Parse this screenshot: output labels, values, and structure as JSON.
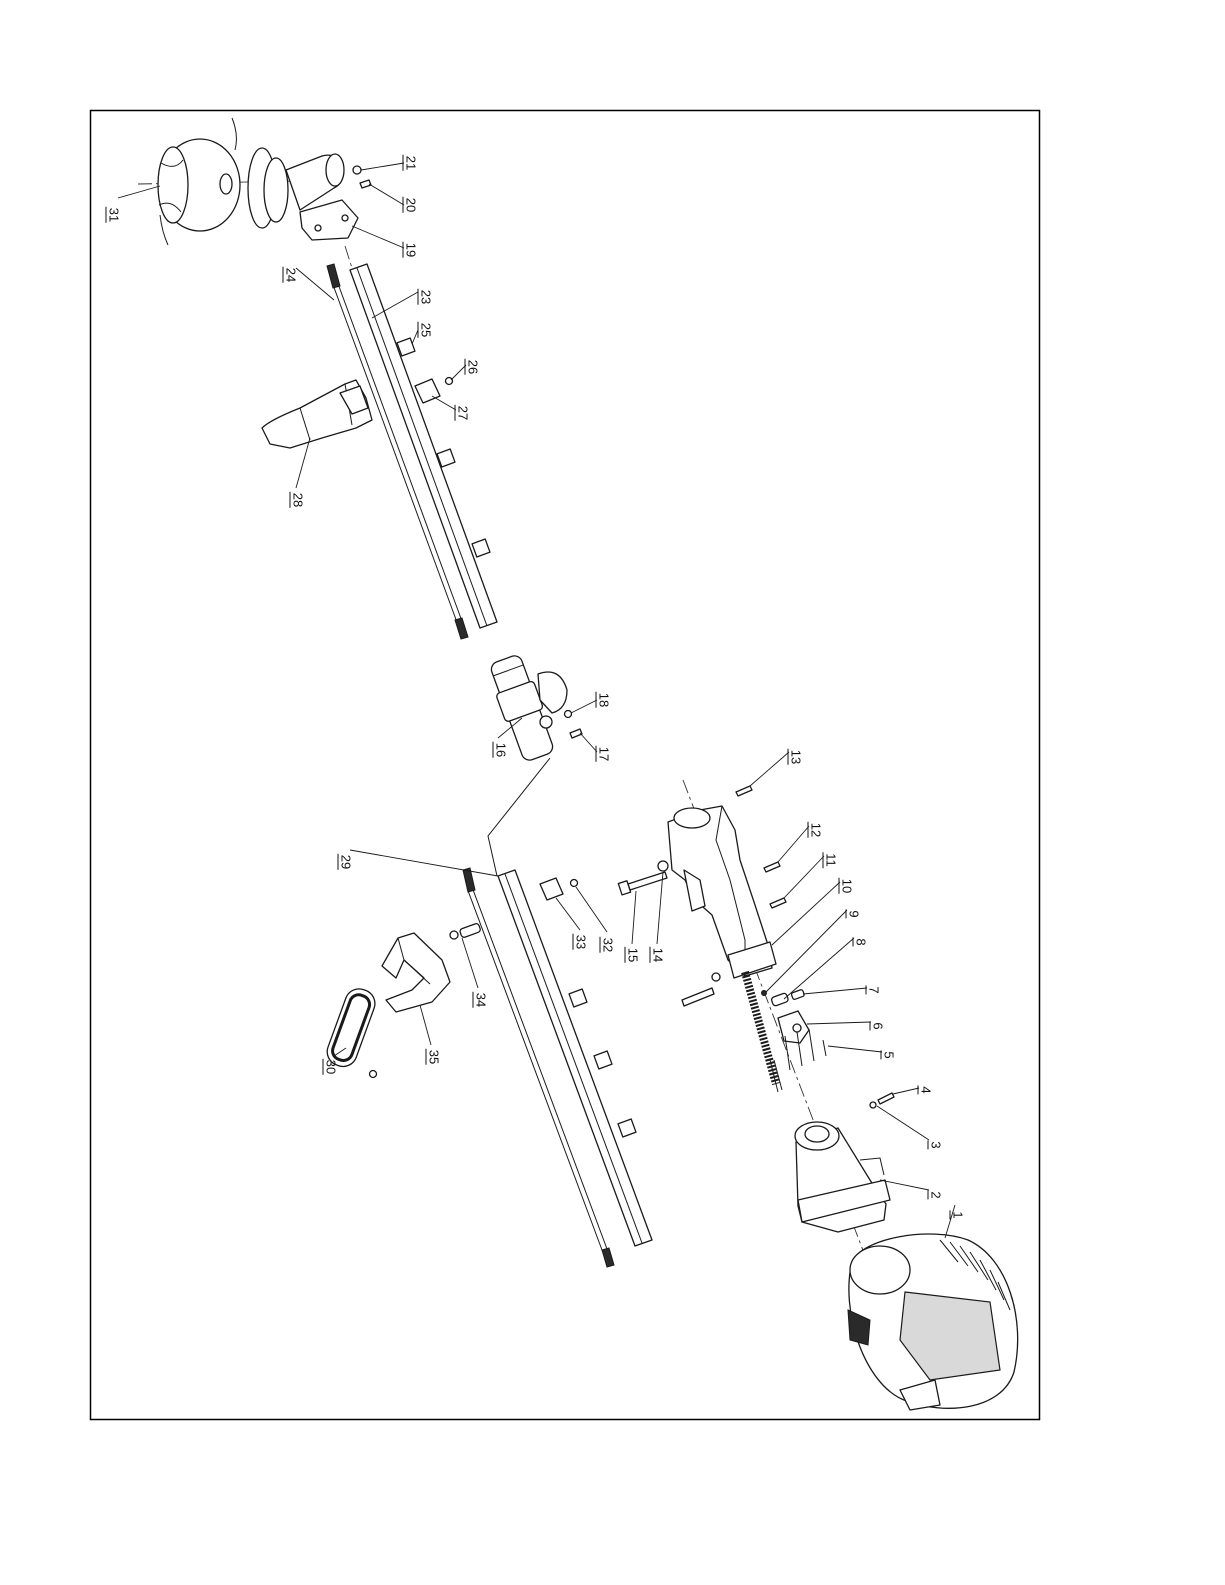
{
  "callouts": {
    "n1": "1",
    "n2": "2",
    "n3": "3",
    "n4": "4",
    "n5": "5",
    "n6": "6",
    "n7": "7",
    "n8": "8",
    "n9": "9",
    "n10": "10",
    "n11": "11",
    "n12": "12",
    "n13": "13",
    "n14": "14",
    "n15": "15",
    "n16": "16",
    "n17": "17",
    "n18": "18",
    "n19": "19",
    "n20": "20",
    "n21": "21",
    "n23": "23",
    "n24": "24",
    "n25": "25",
    "n26": "26",
    "n27": "27",
    "n28": "28",
    "n29": "29",
    "n30": "30",
    "n31": "31",
    "n32": "32",
    "n33": "33",
    "n34": "34",
    "n35": "35"
  }
}
